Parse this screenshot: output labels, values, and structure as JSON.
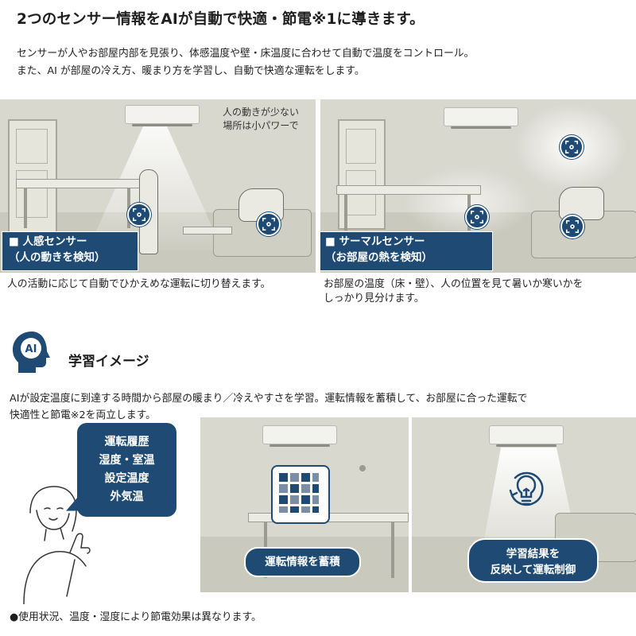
{
  "headline": "2つのセンサー情報をAIが自動で快適・節電※1に導きます。",
  "intro": [
    "センサーが人やお部屋内部を見張り、体感温度や壁・床温度に合わせて自動で温度をコントロール。",
    "また、AI が部屋の冷え方、暖まり方を学習し、自動で快適な運転をします。"
  ],
  "human_sensor": {
    "label_line1": "■ 人感センサー",
    "label_line2": "（人の動きを検知）",
    "bubble_line1": "人の動きが少ない",
    "bubble_line2": "場所は小パワーで",
    "caption": "人の活動に応じて自動でひかえめな運転に切り替えます。"
  },
  "thermal_sensor": {
    "label_line1": "■ サーマルセンサー",
    "label_line2": "（お部屋の熱を検知）",
    "caption_line1": "お部屋の温度（床・壁）、人の位置を見て暑いか寒いかを",
    "caption_line2": "しっかり見分けます。"
  },
  "learning": {
    "icon_text": "AI",
    "title": "学習イメージ",
    "desc_line1": "AIが設定温度に到達する時間から部屋の暖まり／冷えやすさを学習。運転情報を蓄積して、お部屋に合った運転で",
    "desc_line2": "快適性と節電※2を両立します。",
    "bubble_items": [
      "運転履歴",
      "湿度・室温",
      "設定温度",
      "外気温"
    ],
    "store_label": "運転情報を蓄積",
    "apply_line1": "学習結果を",
    "apply_line2": "反映して運転制御"
  },
  "note": "●使用状況、温度・湿度により節電効果は異なります。",
  "colors": {
    "accent": "#1e4a73",
    "scene_wall": "#d9d8cf",
    "scene_floor": "#c9c9bd"
  },
  "icons": {
    "sensor": "sensor-target-icon",
    "ai_head": "ai-head-icon",
    "grid": "data-grid-icon",
    "bulb": "lightbulb-icon"
  }
}
